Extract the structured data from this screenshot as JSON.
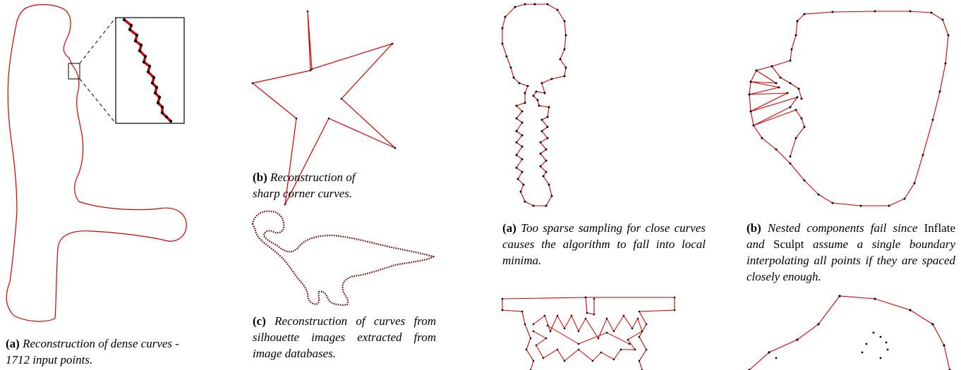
{
  "figure": {
    "colors": {
      "curve": "#d00000",
      "point": "#000000",
      "box": "#000000"
    },
    "captions": {
      "a1": {
        "label": "(a)",
        "text": "Reconstruction of dense curves - 1712 input points."
      },
      "b1": {
        "label": "(b)",
        "text": "Reconstruction of sharp corner curves."
      },
      "c1": {
        "label": "(c)",
        "text": "Reconstruction of curves from silhouette images extracted from image databases."
      },
      "a2": {
        "label": "(a)",
        "text": "Too sparse sampling for close curves causes the algorithm to fall into local minima."
      },
      "b2": {
        "label": "(b)",
        "part1": "Nested components fail since",
        "term1": "Inflate",
        "part2": "and",
        "term2": "Sculpt",
        "part3": "assume a single boundary interpolating all points if they are spaced closely enough."
      }
    }
  }
}
